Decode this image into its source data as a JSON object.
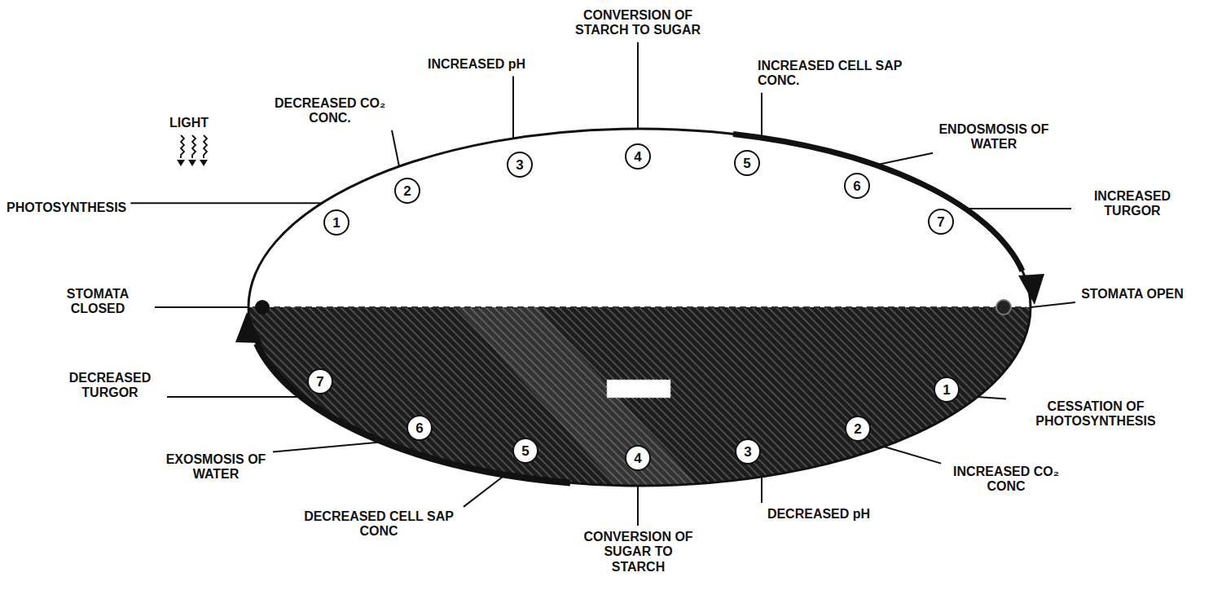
{
  "diagram": {
    "nodes": [
      {
        "text": [
          "1"
        ]
      },
      {
        "text": [
          "2"
        ]
      },
      {
        "text": [
          "3"
        ]
      },
      {
        "text": [
          "4"
        ]
      },
      {
        "text": [
          "5"
        ]
      },
      {
        "text": [
          "6"
        ]
      },
      {
        "text": [
          "7"
        ]
      },
      {
        "text": [
          "1"
        ]
      },
      {
        "text": [
          "2"
        ]
      },
      {
        "text": [
          "3"
        ]
      },
      {
        "text": [
          "4"
        ]
      },
      {
        "text": [
          "5"
        ]
      },
      {
        "text": [
          "6"
        ]
      },
      {
        "text": [
          "7"
        ]
      }
    ],
    "labels": [
      "LIGHT",
      "PHOTOSYNTHESIS",
      "DECREASED CO₂ CONC.",
      "INCREASED pH",
      "CONVERSION OF STARCH TO SUGAR",
      "INCREASED CELL SAP CONC.",
      "ENDOSMOSIS OF WATER",
      "INCREASED TURGOR",
      "STOMATA CLOSED",
      "STOMATA OPEN",
      "DECREASED TURGOR",
      "CESSATION OF PHOTOSYNTHESIS",
      "EXOSMOSIS OF WATER",
      "INCREASED CO₂ CONC",
      "DECREASED CELL SAP CONC",
      "CONVERSION OF SUGAR TO STARCH",
      "DECREASED pH"
    ]
  }
}
